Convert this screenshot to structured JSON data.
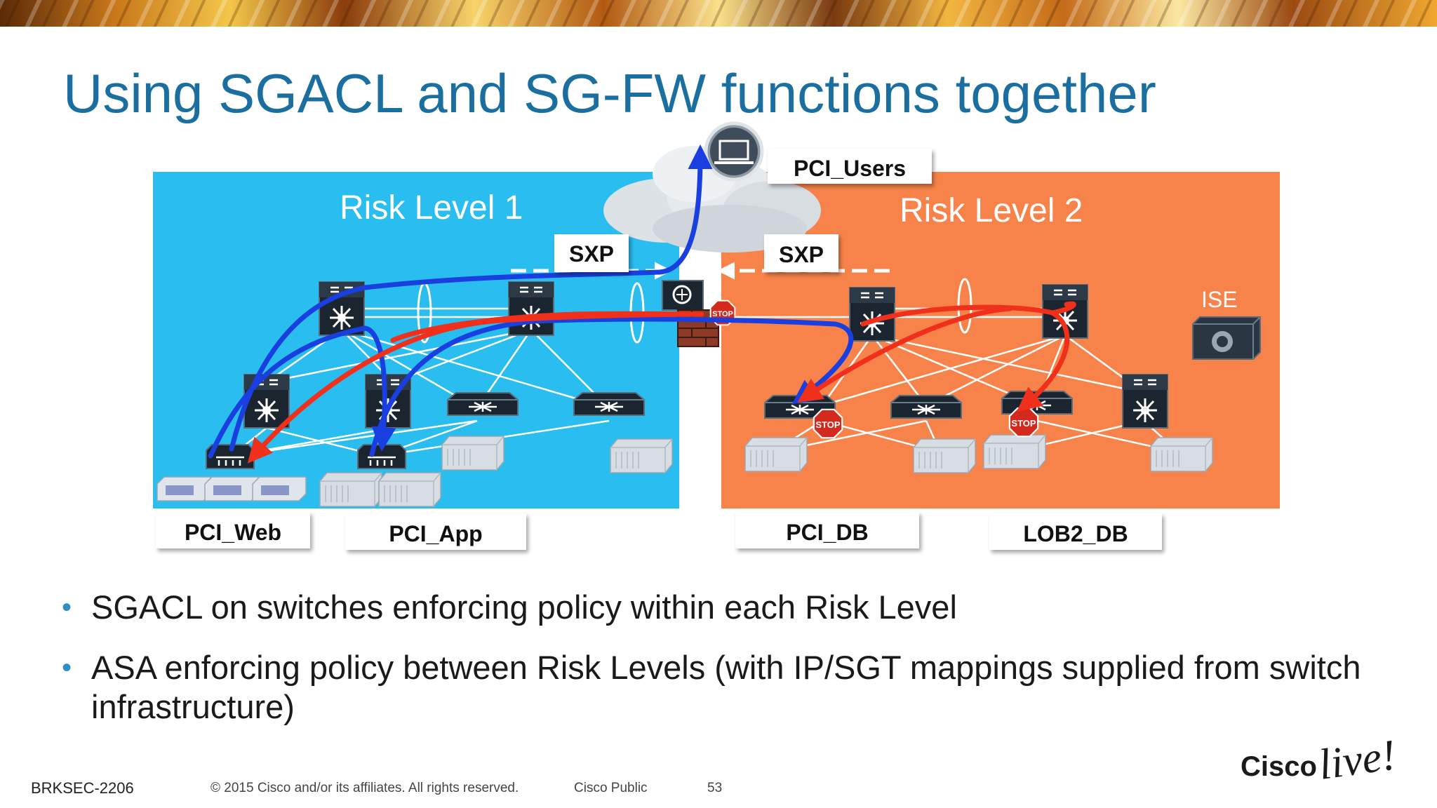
{
  "slide": {
    "title": "Using SGACL and SG-FW functions together",
    "session_code": "BRKSEC-2206",
    "copyright": "© 2015 Cisco and/or its affiliates. All rights reserved.",
    "classification": "Cisco Public",
    "page_number": "53",
    "logo_text_cisco": "Cisco",
    "logo_text_live": "live!"
  },
  "diagram": {
    "zone_left_label": "Risk Level 1",
    "zone_right_label": "Risk Level 2",
    "zone_left_color": "#29bdf0",
    "zone_right_color": "#f8834a",
    "sxp_left": "SXP",
    "sxp_right": "SXP",
    "ise_label": "ISE",
    "stop_label": "STOP",
    "labels": {
      "pci_users": "PCI_Users",
      "pci_web": "PCI_Web",
      "pci_app": "PCI_App",
      "pci_db": "PCI_DB",
      "lob2_db": "LOB2_DB"
    },
    "arrow_blue": "#1a3fe0",
    "arrow_red": "#f0301a"
  },
  "bullets": [
    "SGACL on switches enforcing policy within each Risk Level",
    "ASA enforcing policy between Risk Levels (with IP/SGT mappings supplied from switch infrastructure)"
  ]
}
